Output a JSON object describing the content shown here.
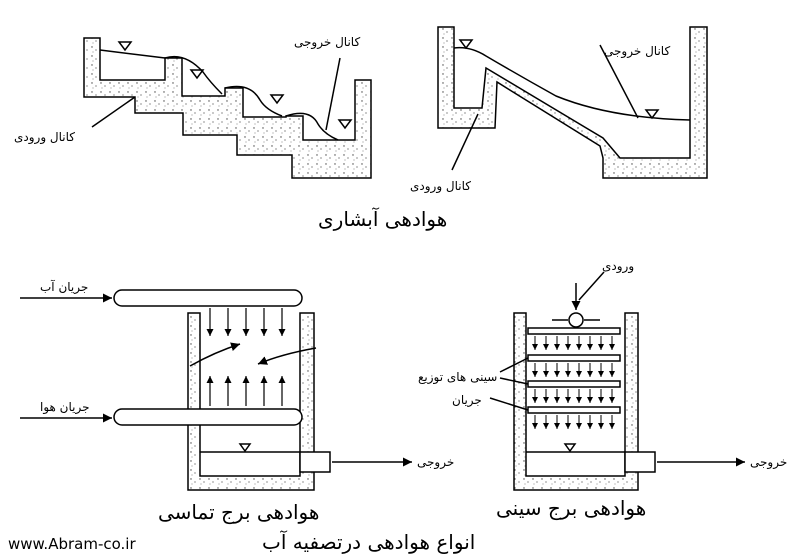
{
  "labels": {
    "cascade_outlet": "کانال خروجی",
    "cascade_inlet": "کانال ورودی",
    "incline_outlet": "کانال خروجی",
    "incline_inlet": "کانال ورودی",
    "water_flow": "جریان آب",
    "air_flow": "جریان هوا",
    "contact_outlet": "خروجی",
    "tray_inlet": "ورودی",
    "tray_distribution": "سینی های توزیع",
    "tray_flow": "جریان",
    "tray_outlet": "خروجی"
  },
  "captions": {
    "cascade": "هوادهی آبشاری",
    "contact_tower": "هوادهی برج تماسی",
    "tray_tower": "هوادهی برج سینی",
    "main": "انواع هوادهی درتصفیه آب"
  },
  "website": "www.Abram-co.ir",
  "colors": {
    "line": "#000000",
    "background": "#ffffff"
  }
}
